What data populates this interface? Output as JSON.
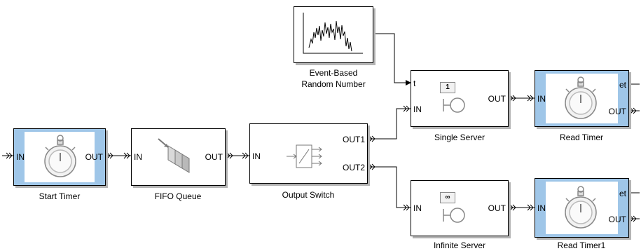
{
  "blocks": {
    "event_based_random_number": {
      "caption": [
        "Event-Based",
        "Random Number"
      ]
    },
    "start_timer": {
      "caption": "Start Timer",
      "in": "IN",
      "out": "OUT"
    },
    "fifo_queue": {
      "caption": "FIFO Queue",
      "in": "IN",
      "out": "OUT"
    },
    "output_switch": {
      "caption": "Output Switch",
      "in": "IN",
      "out1": "OUT1",
      "out2": "OUT2"
    },
    "single_server": {
      "caption": "Single Server",
      "t": "t",
      "in": "IN",
      "out": "OUT",
      "capacity": "1"
    },
    "infinite_server": {
      "caption": "Infinite Server",
      "in": "IN",
      "out": "OUT",
      "capacity": "∞"
    },
    "read_timer": {
      "caption": "Read Timer",
      "in": "IN",
      "et": "et",
      "out": "OUT"
    },
    "read_timer1": {
      "caption": "Read Timer1",
      "in": "IN",
      "et": "et",
      "out": "OUT"
    }
  },
  "colors": {
    "block_border": "#000000",
    "timer_fill": "#9fc6e8",
    "shadow": "#b4b4b4",
    "line": "#000000"
  },
  "icons": [
    "random-signal-plot-icon",
    "stopwatch-icon",
    "queue-icon",
    "switch-icon",
    "server-icon"
  ]
}
